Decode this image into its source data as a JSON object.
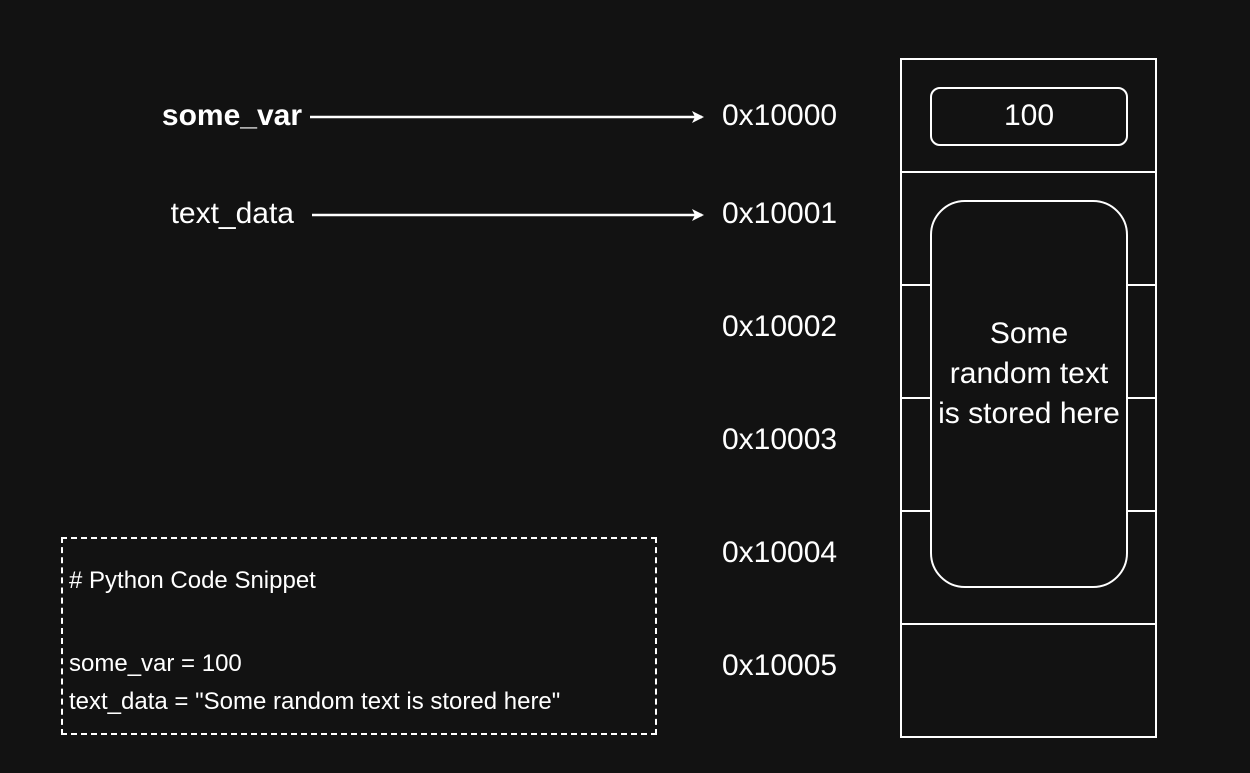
{
  "variables": [
    {
      "name": "some_var",
      "bold": true
    },
    {
      "name": "text_data",
      "bold": false
    }
  ],
  "addresses": [
    "0x10000",
    "0x10001",
    "0x10002",
    "0x10003",
    "0x10004",
    "0x10005"
  ],
  "memory": {
    "int_value": "100",
    "text_value": "Some random text is stored here"
  },
  "snippet": {
    "comment": "# Python Code Snippet",
    "line1": "some_var = 100",
    "line2": "text_data = \"Some random text is stored here\""
  },
  "colors": {
    "background": "#121212",
    "foreground": "#ffffff"
  }
}
